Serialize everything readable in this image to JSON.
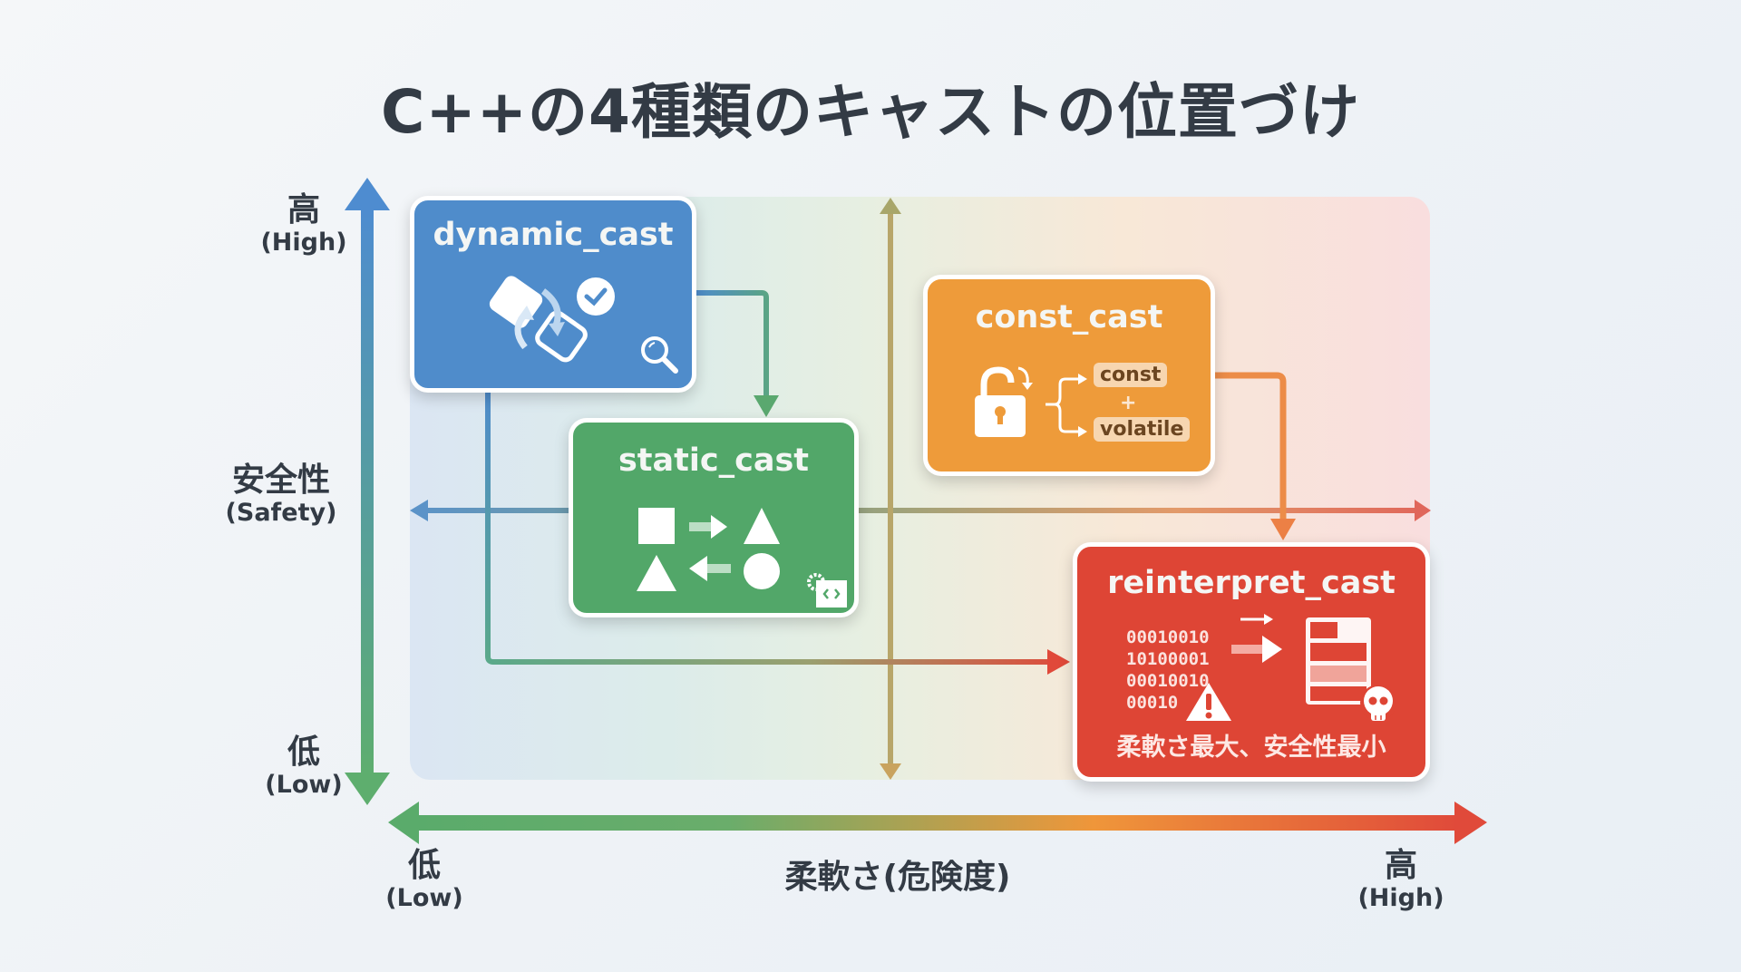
{
  "title": "C++の4種類のキャストの位置づけ",
  "y_axis": {
    "name_jp": "安全性",
    "name_en": "(Safety)",
    "high_jp": "高",
    "high_en": "(High)",
    "low_jp": "低",
    "low_en": "(Low)",
    "colors": [
      "#4e8cd0",
      "#5eae6e"
    ]
  },
  "x_axis": {
    "name": "柔軟さ(危険度)",
    "low_jp": "低",
    "low_en": "(Low)",
    "high_jp": "高",
    "high_en": "(High)",
    "colors": [
      "#5aab6b",
      "#ef963a",
      "#e04a3a"
    ]
  },
  "casts": [
    {
      "name": "dynamic_cast",
      "color": "#4f8ccb",
      "safety": "high",
      "flexibility": "low",
      "icons": [
        "shape-conversion-icon",
        "check-circle-icon",
        "search-icon"
      ]
    },
    {
      "name": "static_cast",
      "color": "#52a769",
      "safety": "medium",
      "flexibility": "low-medium",
      "icons": [
        "square-icon",
        "arrow-right-icon",
        "triangle-icon",
        "arrow-left-icon",
        "circle-icon",
        "code-settings-icon"
      ]
    },
    {
      "name": "const_cast",
      "color": "#ee9b3a",
      "safety": "medium-high",
      "flexibility": "medium-high",
      "qualifiers": [
        "const",
        "+",
        "volatile"
      ],
      "icons": [
        "unlock-icon",
        "branch-arrow-icon"
      ]
    },
    {
      "name": "reinterpret_cast",
      "color": "#de4535",
      "safety": "low",
      "flexibility": "high",
      "bits": [
        "00010010",
        "10100001",
        "00010010",
        "00010"
      ],
      "note": "柔軟さ最大、安全性最小",
      "icons": [
        "warning-icon",
        "arrow-right-icon",
        "memory-table-icon",
        "skull-icon"
      ]
    }
  ]
}
